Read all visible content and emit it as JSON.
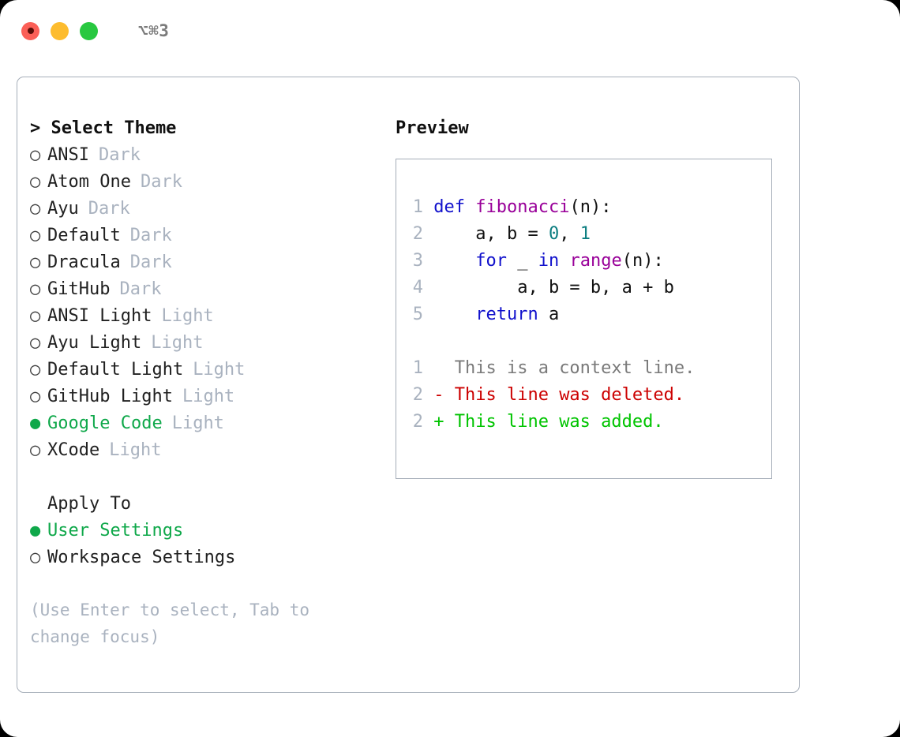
{
  "window": {
    "traffic_lights": [
      "close",
      "minimize",
      "zoom"
    ],
    "shortcut": "⌥⌘3"
  },
  "theme_picker": {
    "heading": "> Select Theme",
    "marker_selected": "●",
    "marker_unselected": "○",
    "items": [
      {
        "name": "ANSI",
        "kind": "Dark",
        "selected": false
      },
      {
        "name": "Atom One",
        "kind": "Dark",
        "selected": false
      },
      {
        "name": "Ayu",
        "kind": "Dark",
        "selected": false
      },
      {
        "name": "Default",
        "kind": "Dark",
        "selected": false
      },
      {
        "name": "Dracula",
        "kind": "Dark",
        "selected": false
      },
      {
        "name": "GitHub",
        "kind": "Dark",
        "selected": false
      },
      {
        "name": "ANSI Light",
        "kind": "Light",
        "selected": false
      },
      {
        "name": "Ayu Light",
        "kind": "Light",
        "selected": false
      },
      {
        "name": "Default Light",
        "kind": "Light",
        "selected": false
      },
      {
        "name": "GitHub Light",
        "kind": "Light",
        "selected": false
      },
      {
        "name": "Google Code",
        "kind": "Light",
        "selected": true
      },
      {
        "name": "XCode",
        "kind": "Light",
        "selected": false
      }
    ]
  },
  "apply_to": {
    "label": "Apply To",
    "options": [
      {
        "label": "User Settings",
        "selected": true
      },
      {
        "label": "Workspace Settings",
        "selected": false
      }
    ]
  },
  "hint": "(Use Enter to select, Tab to change focus)",
  "preview": {
    "title": "Preview",
    "code_lines": [
      {
        "no": "1",
        "tokens": [
          {
            "t": "def",
            "c": "kw"
          },
          {
            "t": " ",
            "c": "pl"
          },
          {
            "t": "fibonacci",
            "c": "fn"
          },
          {
            "t": "(n):",
            "c": "pl"
          }
        ]
      },
      {
        "no": "2",
        "tokens": [
          {
            "t": "    a, b = ",
            "c": "pl"
          },
          {
            "t": "0",
            "c": "num"
          },
          {
            "t": ", ",
            "c": "pl"
          },
          {
            "t": "1",
            "c": "num"
          }
        ]
      },
      {
        "no": "3",
        "tokens": [
          {
            "t": "    ",
            "c": "pl"
          },
          {
            "t": "for",
            "c": "kw"
          },
          {
            "t": " _ ",
            "c": "pl"
          },
          {
            "t": "in",
            "c": "kw"
          },
          {
            "t": " ",
            "c": "pl"
          },
          {
            "t": "range",
            "c": "fn"
          },
          {
            "t": "(n):",
            "c": "pl"
          }
        ]
      },
      {
        "no": "4",
        "tokens": [
          {
            "t": "        a, b = b, a + b",
            "c": "pl"
          }
        ]
      },
      {
        "no": "5",
        "tokens": [
          {
            "t": "    ",
            "c": "pl"
          },
          {
            "t": "return",
            "c": "kw"
          },
          {
            "t": " a",
            "c": "pl"
          }
        ]
      }
    ],
    "diff_lines": [
      {
        "no": "1",
        "text": "  This is a context line.",
        "kind": "diff-ctx"
      },
      {
        "no": "2",
        "text": "- This line was deleted.",
        "kind": "diff-del"
      },
      {
        "no": "2",
        "text": "+ This line was added.",
        "kind": "diff-add"
      }
    ]
  },
  "colors": {
    "accent_green": "#0FA84A",
    "muted": "#a9b2bf",
    "keyword": "#1111cc",
    "function": "#990099",
    "number": "#0B7D80",
    "diff_deleted": "#cc0000",
    "diff_added": "#00c400",
    "border": "#a6aeb9"
  }
}
